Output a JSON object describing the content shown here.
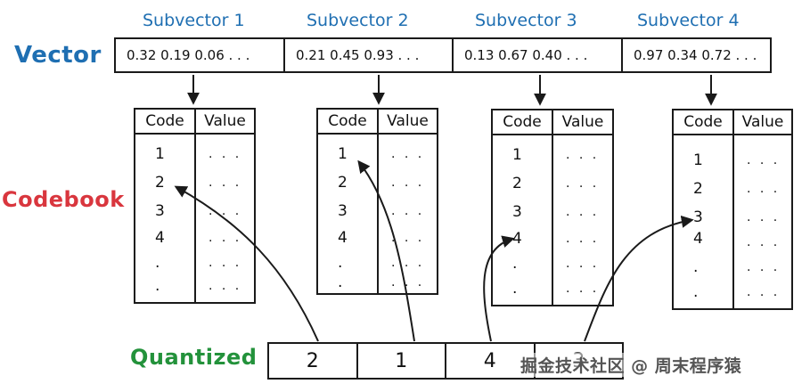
{
  "labels": {
    "vector": "Vector",
    "codebook": "Codebook",
    "quantized": "Quantized"
  },
  "subvectors": [
    {
      "title": "Subvector 1",
      "values": "0.32  0.19  0.06 . . ."
    },
    {
      "title": "Subvector 2",
      "values": "0.21  0.45  0.93 . . ."
    },
    {
      "title": "Subvector 3",
      "values": "0.13  0.67  0.40 . . ."
    },
    {
      "title": "Subvector 4",
      "values": "0.97  0.34  0.72 . . ."
    }
  ],
  "codebook_header": {
    "code": "Code",
    "value": "Value"
  },
  "codebook_rows": {
    "codes": [
      "1",
      "2",
      "3",
      "4",
      ".",
      "."
    ],
    "value_placeholder": ". . ."
  },
  "quantized": [
    "2",
    "1",
    "4",
    "3"
  ],
  "watermark": "掘金技术社区 @ 周末程序猿",
  "colors": {
    "vector": "#1f6fb2",
    "codebook": "#d9363e",
    "quantized": "#23923b",
    "ink": "#1a1a1a"
  }
}
